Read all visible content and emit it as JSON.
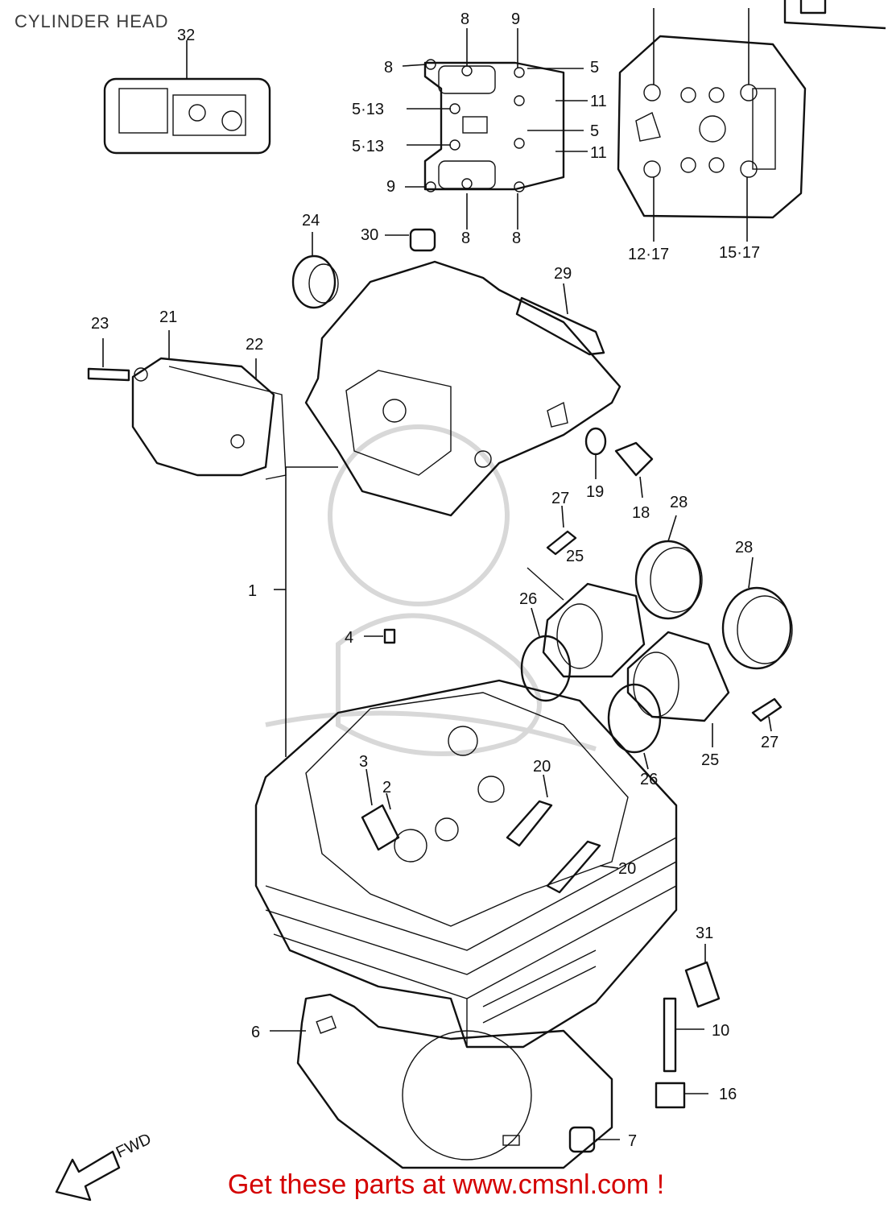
{
  "title": "CYLINDER HEAD",
  "footer": "Get these parts at www.cmsnl.com !",
  "colors": {
    "footer": "#d40000",
    "ink": "#111111",
    "watermark": "#d8d8d8"
  },
  "callouts": [
    "32",
    "8",
    "9",
    "8",
    "5",
    "5·13",
    "11",
    "5·13",
    "5",
    "11",
    "9",
    "8",
    "8",
    "12·17",
    "15·17",
    "24",
    "30",
    "29",
    "23",
    "21",
    "22",
    "19",
    "18",
    "27",
    "28",
    "28",
    "25",
    "1",
    "26",
    "4",
    "3",
    "2",
    "20",
    "20",
    "26",
    "25",
    "27",
    "31",
    "6",
    "10",
    "16",
    "7"
  ],
  "direction": "FWD"
}
